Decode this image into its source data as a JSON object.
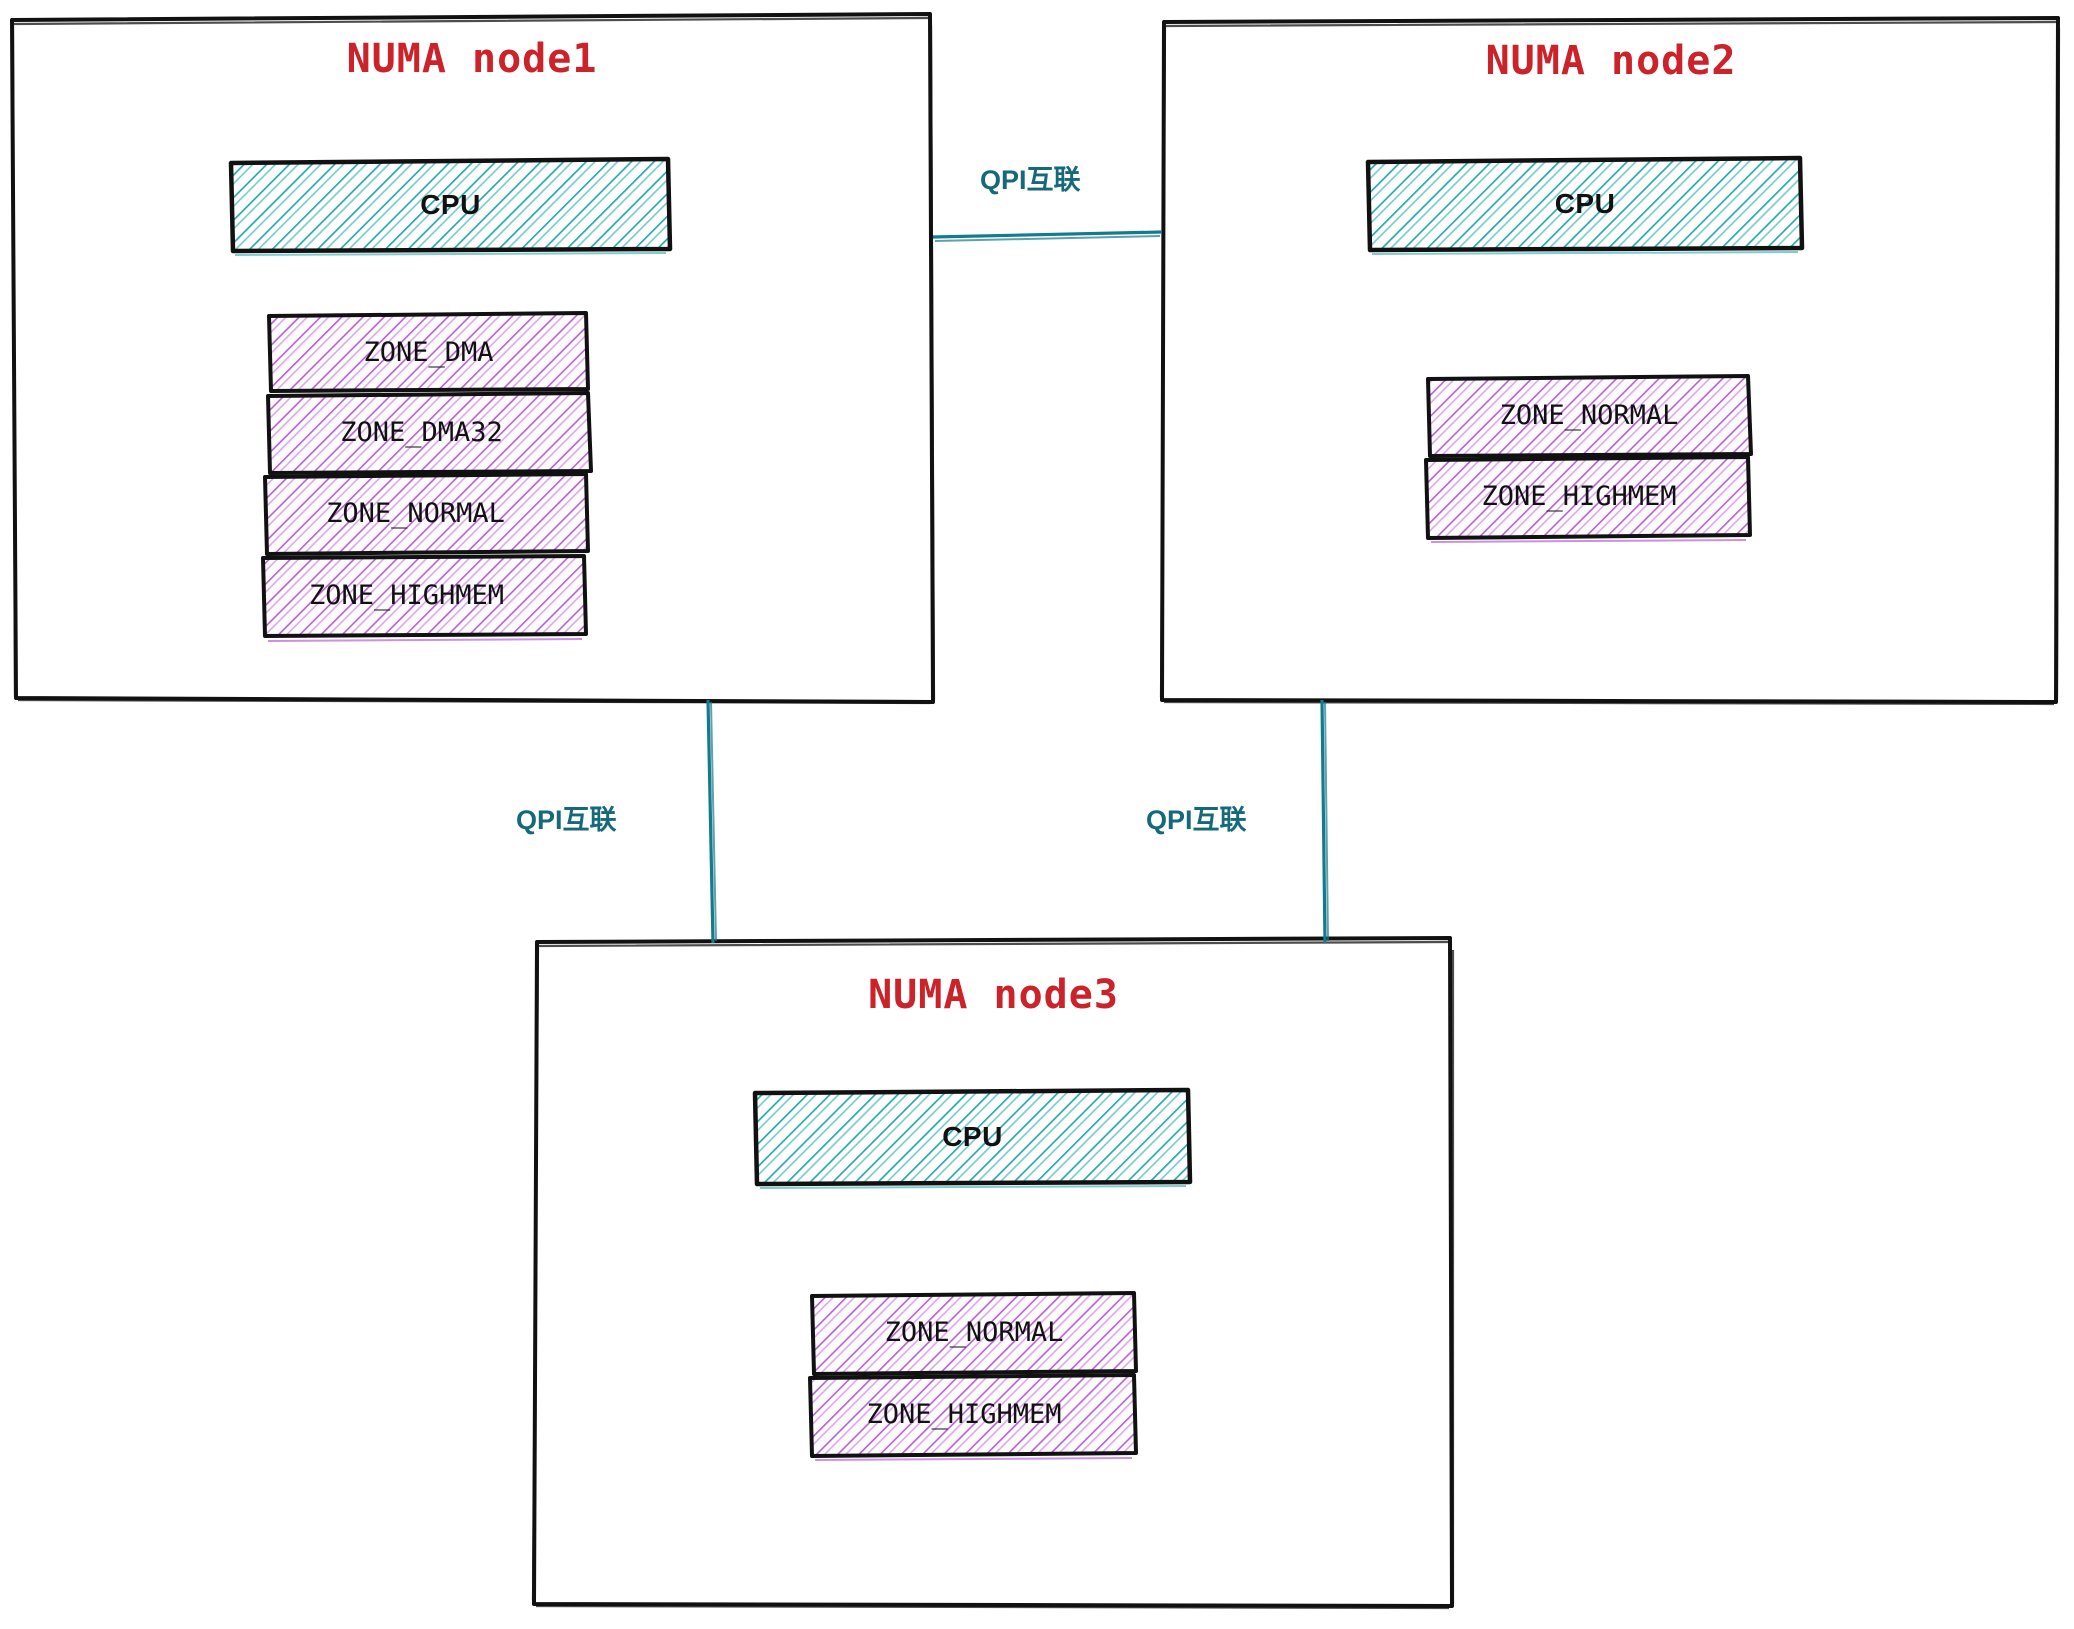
{
  "diagram": {
    "title": "NUMA node topology with memory zones",
    "colors": {
      "node_title": "#cc2229",
      "cpu_hatch": "#2aa8ae",
      "zone_hatch": "#b463d0",
      "link": "#157b8c",
      "outline": "#111111",
      "background": "#ffffff"
    }
  },
  "nodes": [
    {
      "id": "node1",
      "title": "NUMA node1",
      "cpu": {
        "label": "CPU"
      },
      "zones": [
        {
          "label": "ZONE_DMA"
        },
        {
          "label": "ZONE_DMA32"
        },
        {
          "label": "ZONE_NORMAL"
        },
        {
          "label": "ZONE_HIGHMEM"
        }
      ]
    },
    {
      "id": "node2",
      "title": "NUMA node2",
      "cpu": {
        "label": "CPU"
      },
      "zones": [
        {
          "label": "ZONE_NORMAL"
        },
        {
          "label": "ZONE_HIGHMEM"
        }
      ]
    },
    {
      "id": "node3",
      "title": "NUMA node3",
      "cpu": {
        "label": "CPU"
      },
      "zones": [
        {
          "label": "ZONE_NORMAL"
        },
        {
          "label": "ZONE_HIGHMEM"
        }
      ]
    }
  ],
  "links": [
    {
      "id": "link-node1-node2",
      "label": "QPI互联",
      "from": "node1",
      "to": "node2"
    },
    {
      "id": "link-node1-node3",
      "label": "QPI互联",
      "from": "node1",
      "to": "node3"
    },
    {
      "id": "link-node2-node3",
      "label": "QPI互联",
      "from": "node2",
      "to": "node3"
    }
  ]
}
